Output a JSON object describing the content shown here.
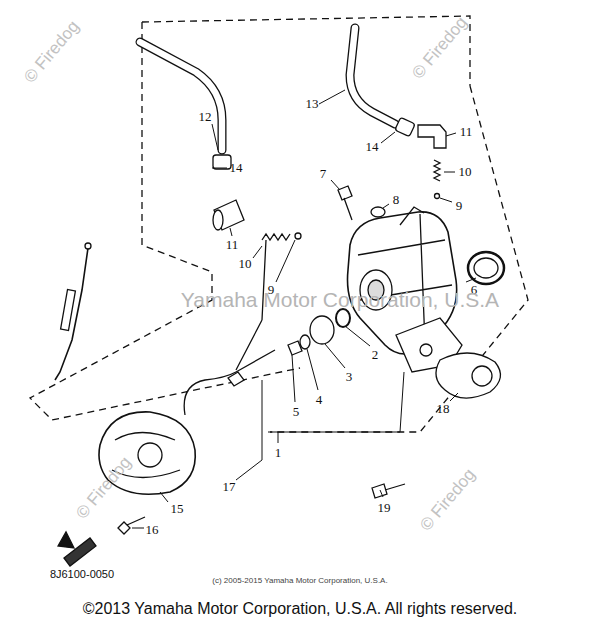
{
  "diagram": {
    "labels": [
      "12",
      "13",
      "14",
      "14",
      "11",
      "11",
      "10",
      "10",
      "9",
      "9",
      "7",
      "8",
      "6",
      "2",
      "3",
      "4",
      "5",
      "1",
      "17",
      "15",
      "16",
      "19",
      "18",
      "8J6100-0050",
      "(c) 2005-2015 Yamaha Motor Corporation, U.S.A.",
      "©2013 Yamaha Motor Corporation, U.S.A. All rights reserved.",
      "Yamaha Motor Corporation, U.S.A",
      "© Firedog",
      "© Firedog",
      "© Firedog",
      "© Firedog"
    ]
  }
}
